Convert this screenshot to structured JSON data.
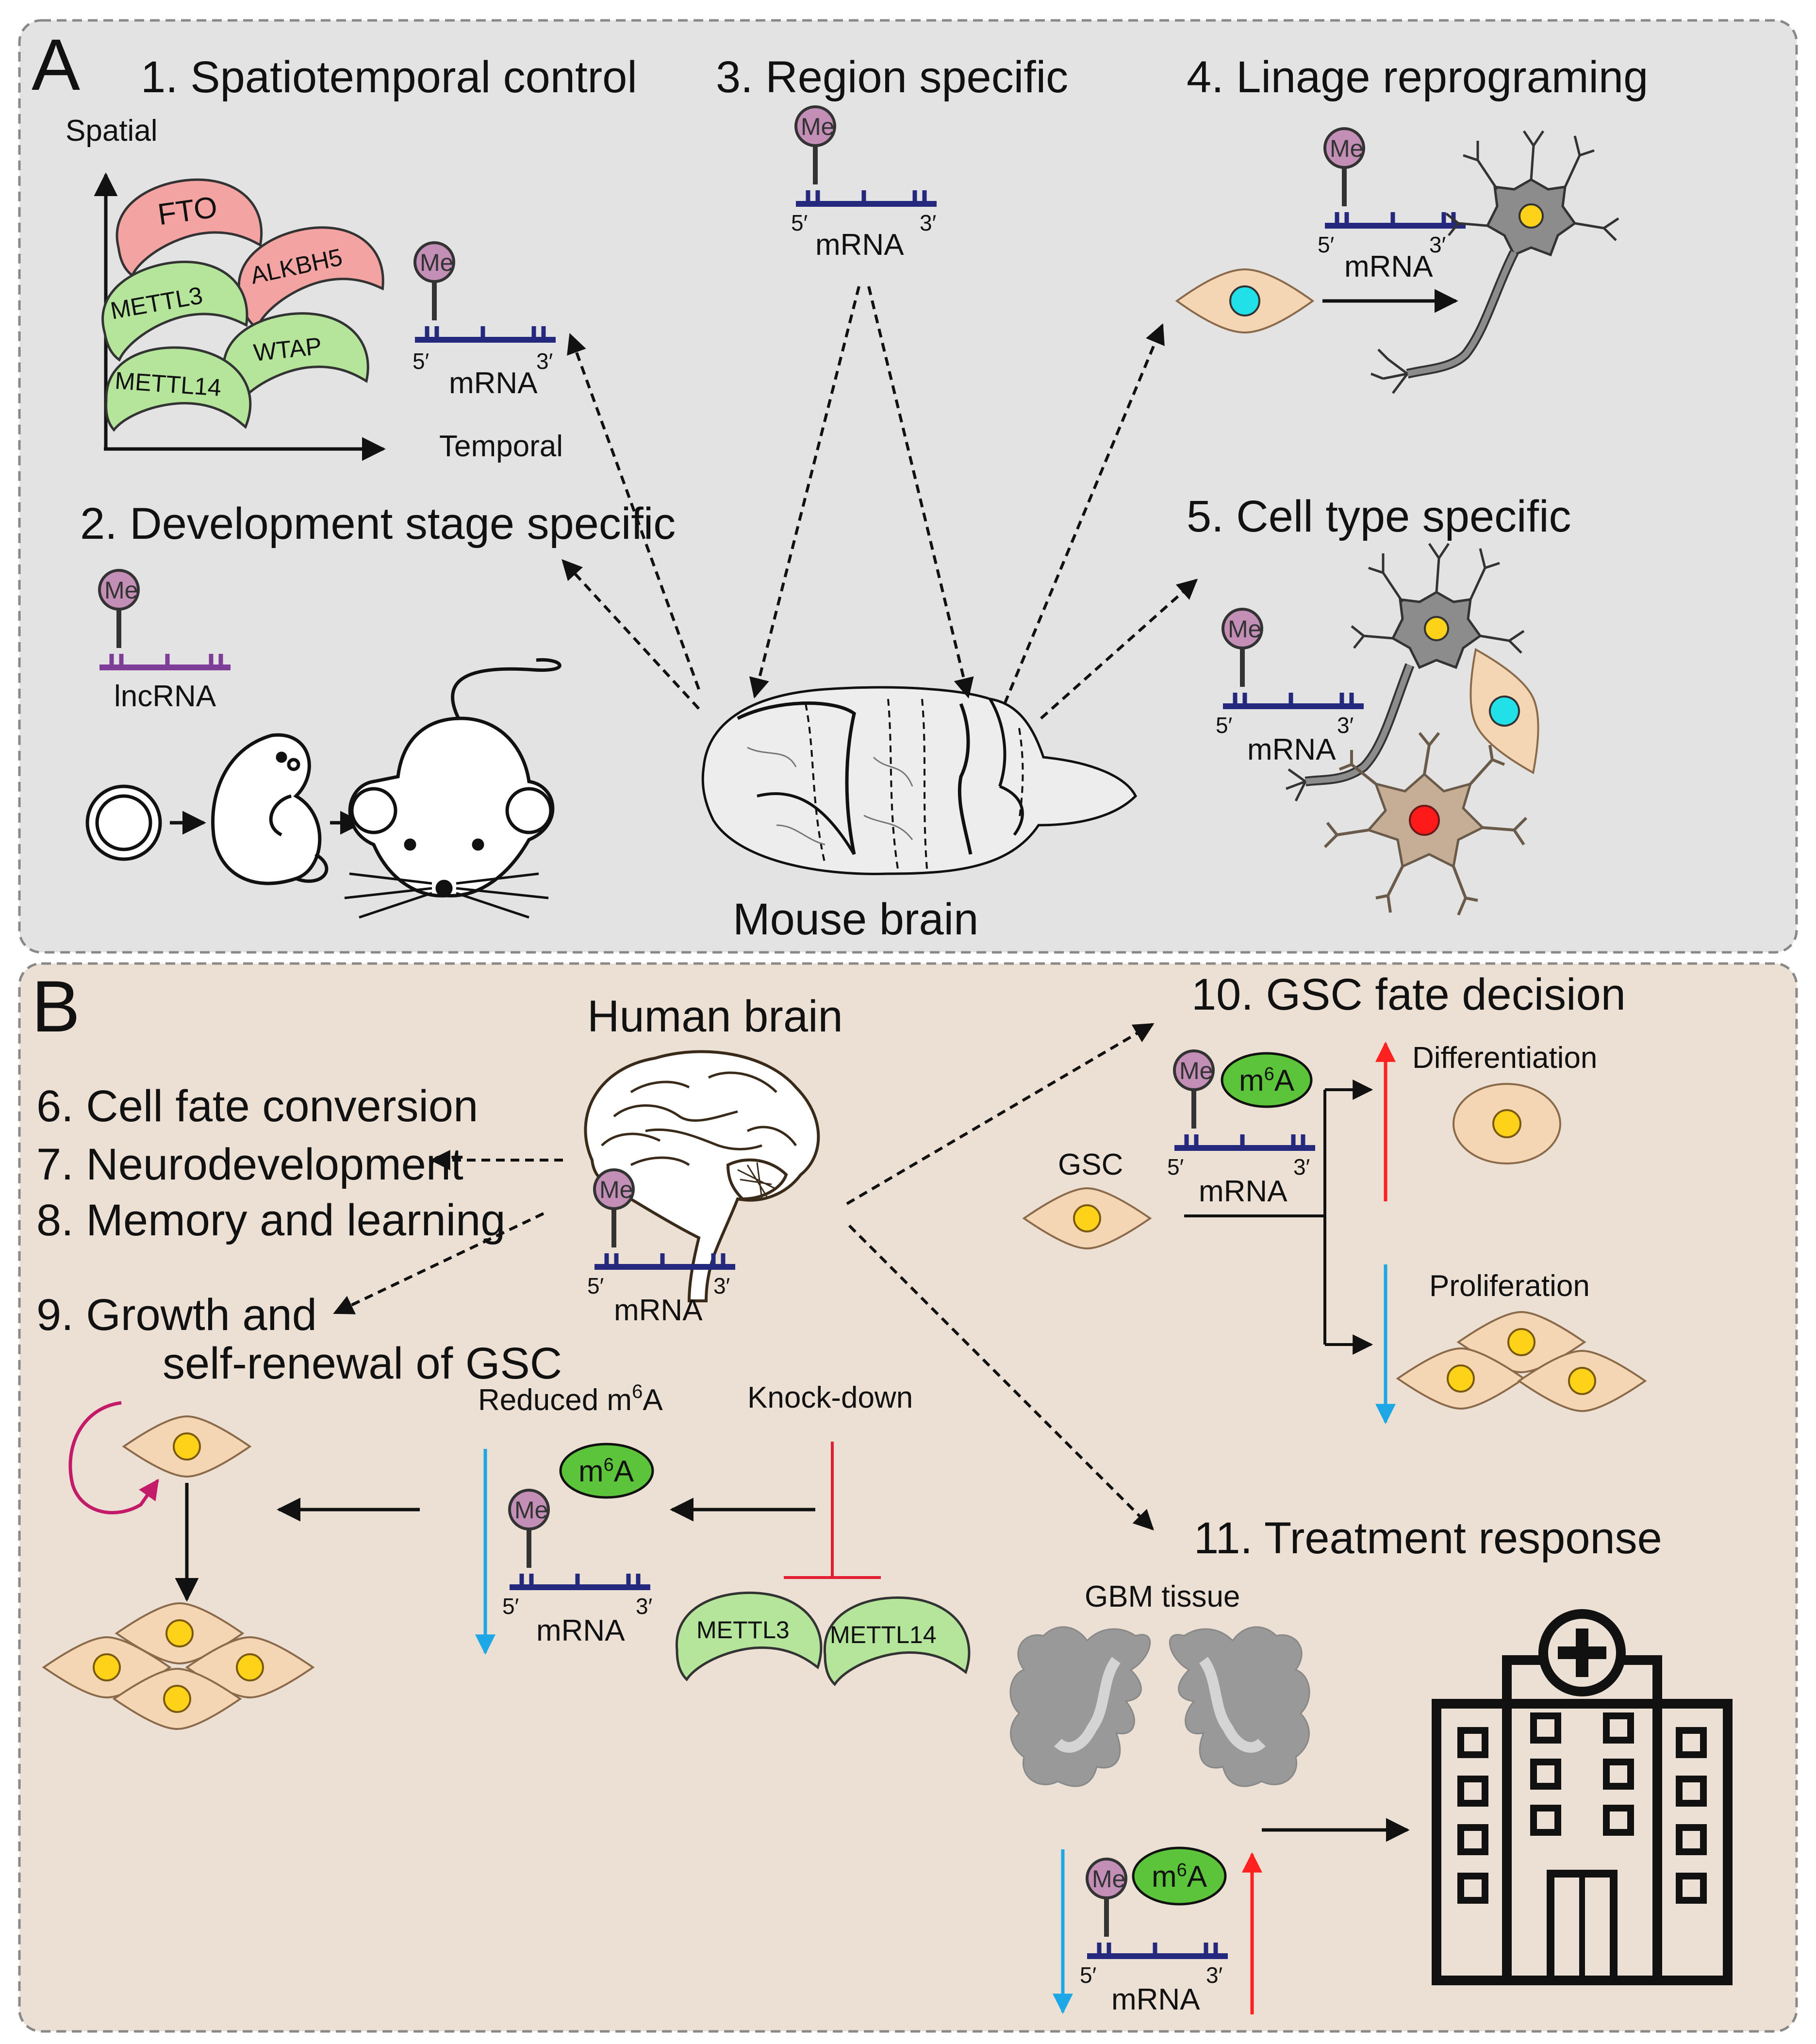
{
  "colors": {
    "panel_a_bg": "#e3e3e3",
    "panel_b_bg": "#ece0d4",
    "red_enzyme": "#f4a3a3",
    "green_enzyme": "#b4e59a",
    "m6a_green": "#5cc43a",
    "mrna_blue": "#24297d",
    "lncrna_purple": "#7e3d96",
    "me_circle": "#c38fb7",
    "up_arrow": "#ff2020",
    "down_arrow": "#1ea7e6",
    "inhibit_red": "#e02030",
    "self_renew_magenta": "#c31a6a",
    "cell_tan": "#f5d6b4",
    "nucleus_yellow": "#ffd21a",
    "nucleus_cyan": "#22e0e8",
    "nucleus_red": "#ff1a1a",
    "neuron_gray": "#8c8c8c",
    "astro_brown": "#c6ae96"
  },
  "icons": [
    "me-methyl-icon",
    "mrna-strand-icon",
    "writer-eraser-enzyme-icon",
    "stem-cell-icon",
    "neuron-icon",
    "astrocyte-icon",
    "mouse-icon",
    "embryo-icon",
    "egg-icon",
    "mouse-brain-icon",
    "human-brain-icon",
    "gbm-tissue-icon",
    "hospital-icon"
  ],
  "panel_a": {
    "letter": "A",
    "title": "Mouse brain",
    "s1": {
      "title": "1. Spatiotemporal control",
      "y_axis": "Spatial",
      "x_axis": "Temporal",
      "enzymes": [
        "FTO",
        "ALKBH5",
        "METTL3",
        "WTAP",
        "METTL14"
      ]
    },
    "s2": {
      "title": "2. Development stage specific",
      "rna": "lncRNA"
    },
    "s3": {
      "title": "3. Region specific"
    },
    "s4": {
      "title": "4. Linage reprograming"
    },
    "s5": {
      "title": "5. Cell type specific"
    }
  },
  "panel_b": {
    "letter": "B",
    "title": "Human brain",
    "items": [
      "6. Cell fate conversion",
      "7. Neurodevelopment",
      "8. Memory and learning"
    ],
    "s9": {
      "title_1": "9. Growth and",
      "title_2": "self-renewal of GSC",
      "reduced": "Reduced m",
      "reduced_tail": "A",
      "knockdown": "Knock-down",
      "enzymes": [
        "METTL3",
        "METTL14"
      ]
    },
    "s10": {
      "title": "10. GSC fate decision",
      "gsc": "GSC",
      "differentiation": "Differentiation",
      "proliferation": "Proliferation"
    },
    "s11": {
      "title": "11. Treatment response",
      "tissue": "GBM tissue"
    }
  },
  "common": {
    "me": "Me",
    "mrna": "mRNA",
    "five": "5′",
    "three": "3′",
    "m": "m",
    "six": "6",
    "a": "A"
  }
}
